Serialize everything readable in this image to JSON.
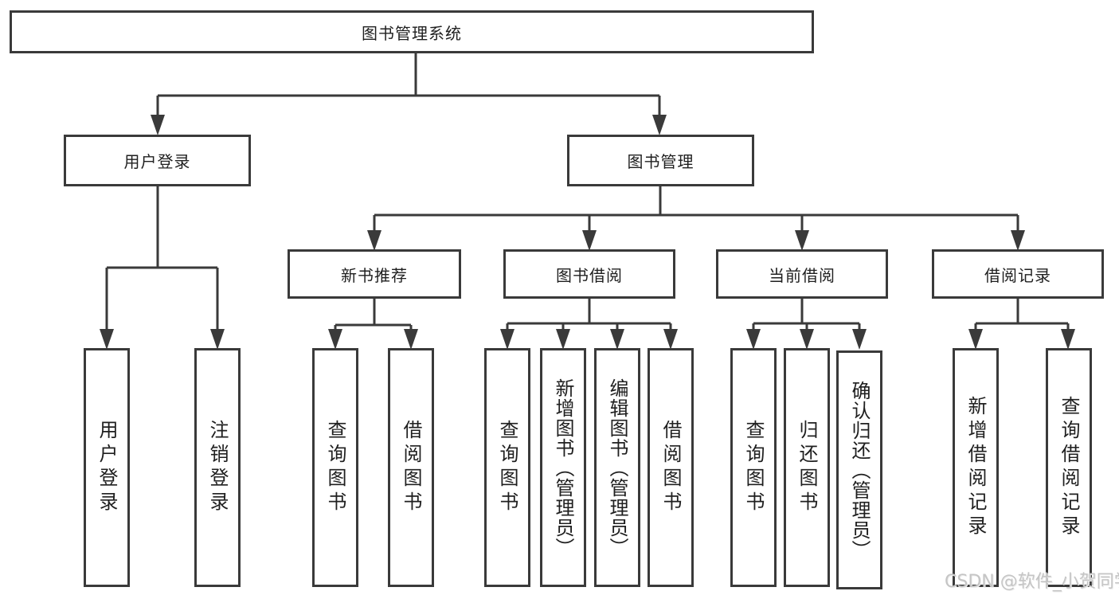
{
  "diagram": {
    "root": {
      "label": "图书管理系统"
    },
    "level2": [
      {
        "label": "用户登录"
      },
      {
        "label": "图书管理"
      }
    ],
    "level3": [
      {
        "label": "新书推荐",
        "parent": "图书管理"
      },
      {
        "label": "图书借阅",
        "parent": "图书管理"
      },
      {
        "label": "当前借阅",
        "parent": "图书管理"
      },
      {
        "label": "借阅记录",
        "parent": "图书管理"
      }
    ],
    "leaves": [
      {
        "label": "用户登录",
        "parent": "用户登录"
      },
      {
        "label": "注销登录",
        "parent": "用户登录"
      },
      {
        "label": "查询图书",
        "parent": "新书推荐"
      },
      {
        "label": "借阅图书",
        "parent": "新书推荐"
      },
      {
        "label": "查询图书",
        "parent": "图书借阅"
      },
      {
        "label": "新增图书（管理员）",
        "parent": "图书借阅"
      },
      {
        "label": "编辑图书（管理员）",
        "parent": "图书借阅"
      },
      {
        "label": "借阅图书",
        "parent": "图书借阅"
      },
      {
        "label": "查询图书",
        "parent": "当前借阅"
      },
      {
        "label": "归还图书",
        "parent": "当前借阅"
      },
      {
        "label": "确认归还（管理员）",
        "parent": "当前借阅"
      },
      {
        "label": "新增借阅记录",
        "parent": "借阅记录"
      },
      {
        "label": "查询借阅记录",
        "parent": "借阅记录"
      }
    ]
  },
  "watermark": {
    "text": "CSDN @软件_小贺同学"
  },
  "colors": {
    "line": "#3a3a3a",
    "text": "#1f1f1f",
    "background": "#ffffff",
    "watermark": "#c5c5c5"
  }
}
